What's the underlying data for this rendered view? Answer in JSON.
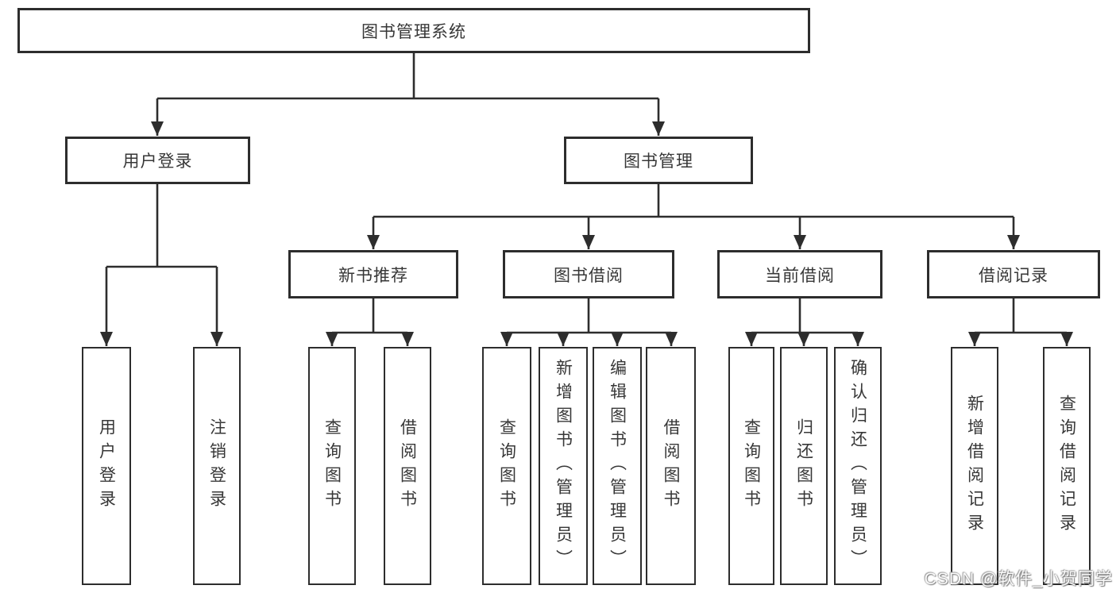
{
  "diagram": {
    "title": "图书管理系统",
    "root": {
      "label": "图书管理系统"
    },
    "branches": [
      {
        "label": "用户登录",
        "children": [
          {
            "label": "用户登录"
          },
          {
            "label": "注销登录"
          }
        ]
      },
      {
        "label": "图书管理",
        "children": [
          {
            "label": "新书推荐",
            "children": [
              {
                "label": "查询图书"
              },
              {
                "label": "借阅图书"
              }
            ]
          },
          {
            "label": "图书借阅",
            "children": [
              {
                "label": "查询图书"
              },
              {
                "label": "新增图书（管理员）"
              },
              {
                "label": "编辑图书（管理员）"
              },
              {
                "label": "借阅图书"
              }
            ]
          },
          {
            "label": "当前借阅",
            "children": [
              {
                "label": "查询图书"
              },
              {
                "label": "归还图书"
              },
              {
                "label": "确认归还（管理员）"
              }
            ]
          },
          {
            "label": "借阅记录",
            "children": [
              {
                "label": "新增借阅记录"
              },
              {
                "label": "查询借阅记录"
              }
            ]
          }
        ]
      }
    ]
  },
  "watermark": {
    "text": "CSDN @软件_小贺同学"
  },
  "colors": {
    "line": "#2d2d2d",
    "box_border": "#2d2d2d",
    "text": "#373737",
    "background": "#ffffff",
    "watermark_fill": "#fbfbfb",
    "watermark_outline": "#8a8a8a"
  }
}
